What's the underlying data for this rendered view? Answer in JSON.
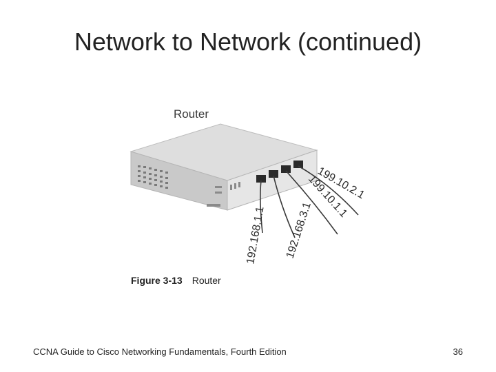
{
  "slide": {
    "title": "Network to Network (continued)",
    "footer": "CCNA Guide to Cisco Networking Fundamentals, Fourth Edition",
    "page_number": "36"
  },
  "figure": {
    "device_label": "Router",
    "caption_number": "Figure 3-13",
    "caption_text": "Router",
    "ip_addresses": [
      "192.168.1.1",
      "192.168.3.1",
      "199.10.1.1",
      "199.10.2.1"
    ]
  }
}
